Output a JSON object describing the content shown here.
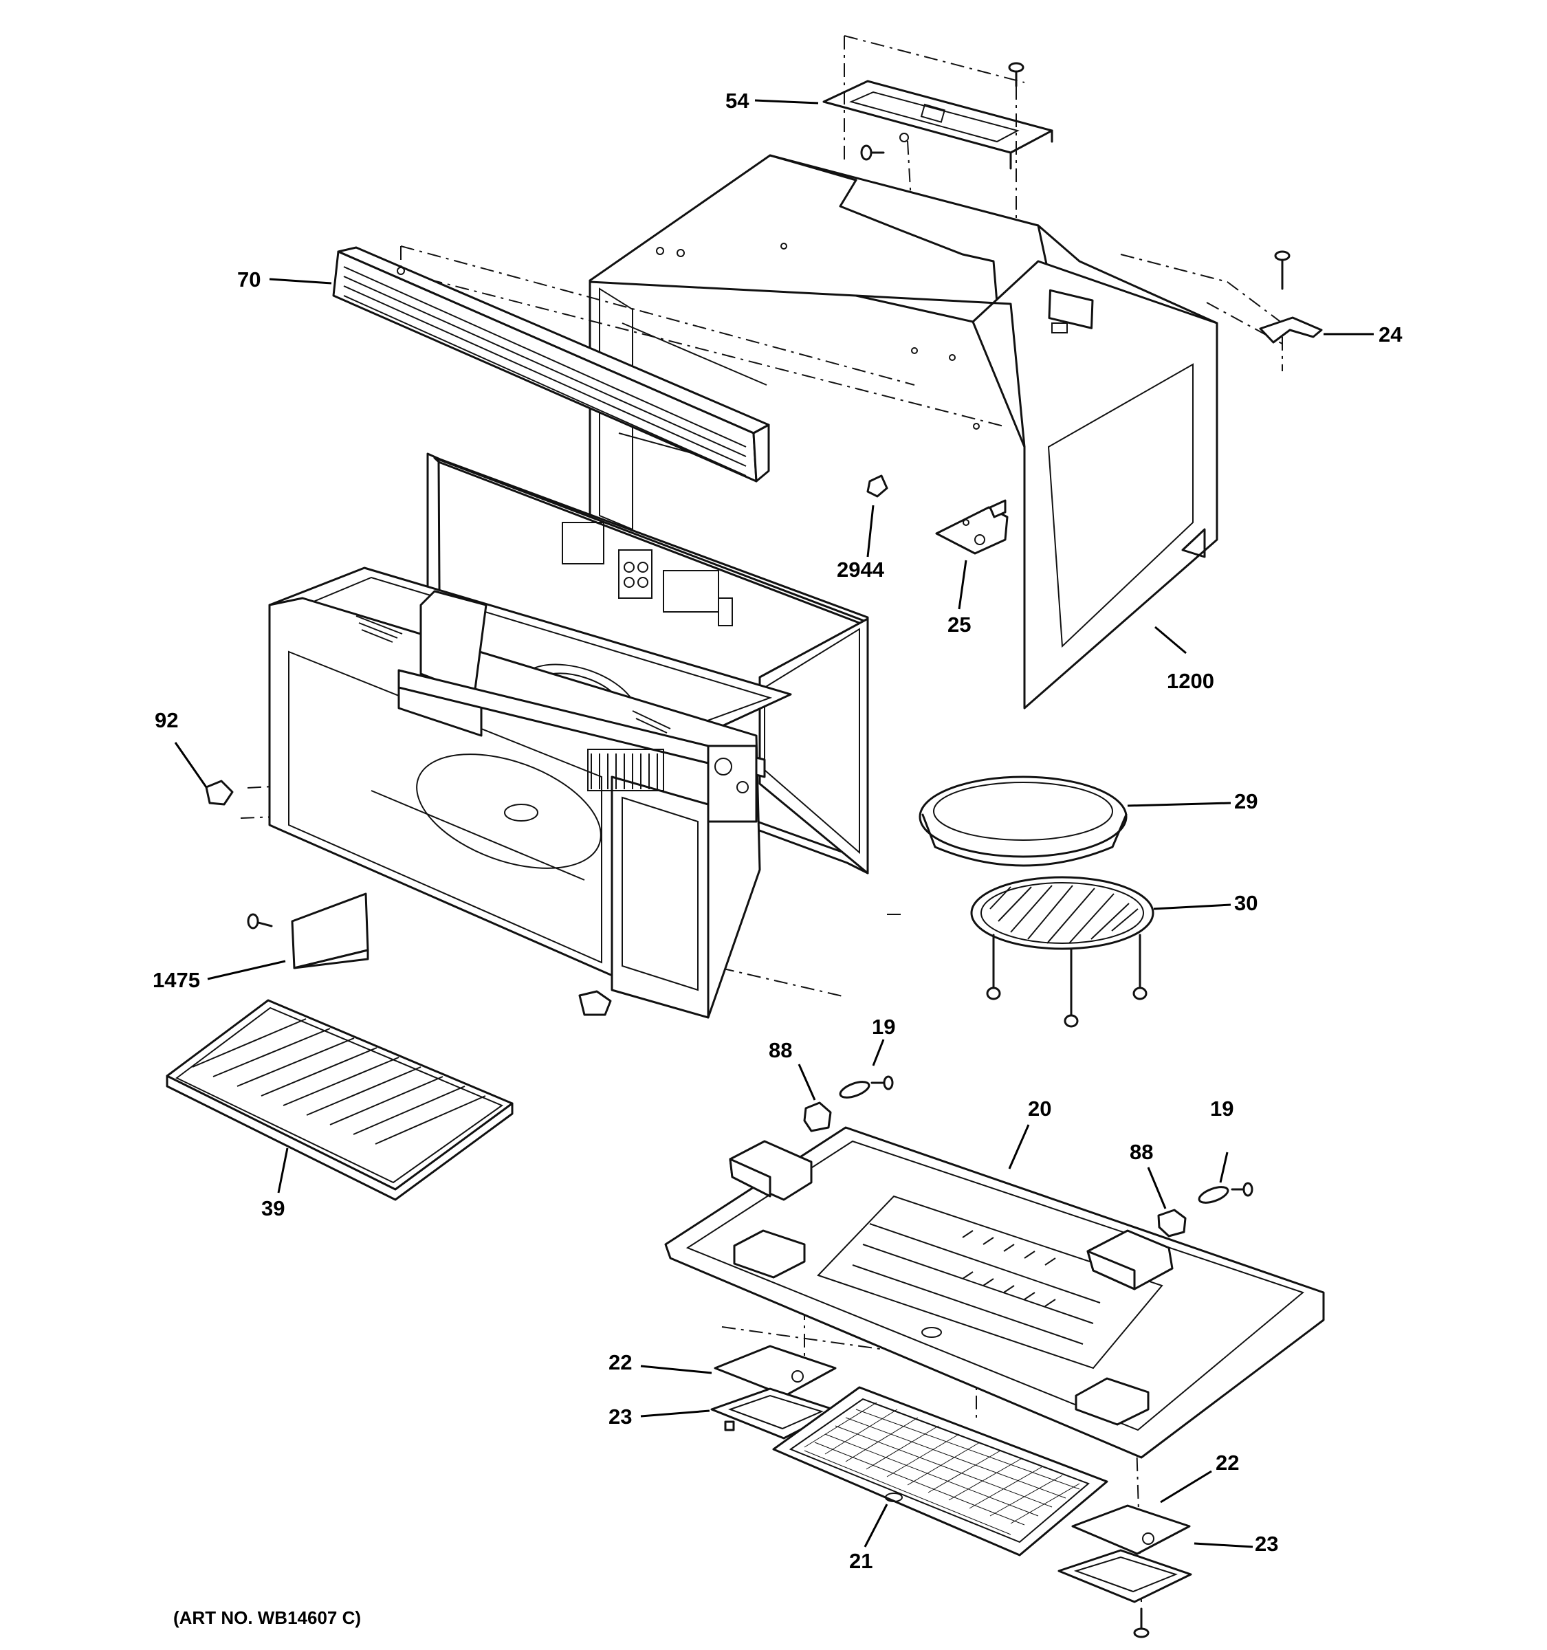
{
  "diagram": {
    "part_numbers": {
      "p54": "54",
      "p70": "70",
      "p24": "24",
      "p2944": "2944",
      "p25": "25",
      "p1200": "1200",
      "p92": "92",
      "p29": "29",
      "p30": "30",
      "p1475": "1475",
      "p19a": "19",
      "p88a": "88",
      "p20": "20",
      "p19b": "19",
      "p88b": "88",
      "p39": "39",
      "p22a": "22",
      "p23a": "23",
      "p22b": "22",
      "p23b": "23",
      "p21": "21"
    },
    "art_number": "(ART NO. WB14607 C)"
  }
}
